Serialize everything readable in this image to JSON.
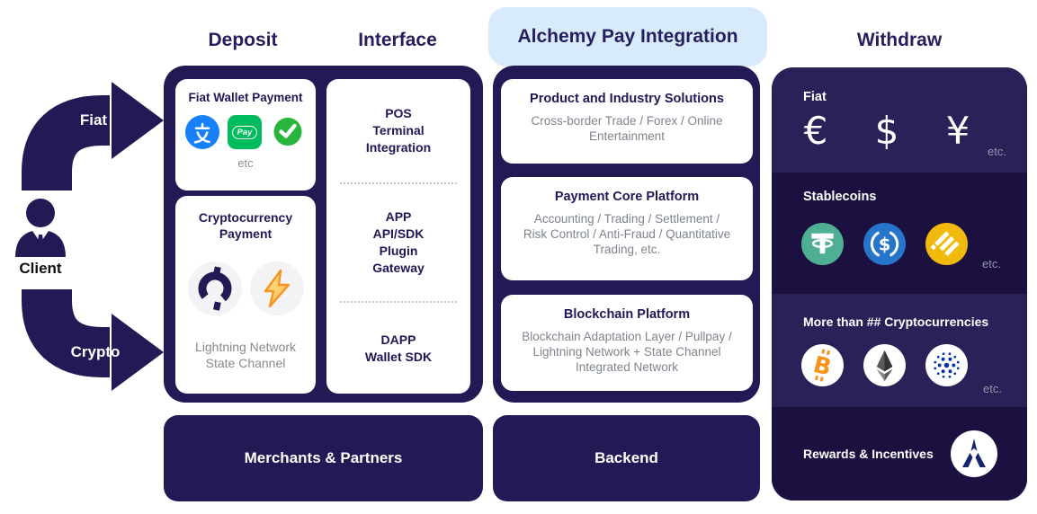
{
  "header": {
    "deposit": "Deposit",
    "interface": "Interface",
    "integration": "Alchemy Pay Integration",
    "withdraw": "Withdraw"
  },
  "client": {
    "label": "Client",
    "fiat_label": "Fiat",
    "crypto_label": "Crypto"
  },
  "deposit": {
    "fiat_card": {
      "title": "Fiat Wallet Payment",
      "icons": [
        "alipay",
        "union-pay",
        "wechat-pay"
      ],
      "pay_text": "Pay",
      "etc": "etc"
    },
    "crypto_card": {
      "title": "Cryptocurrency Payment",
      "icons": [
        "crypto-cent-coin",
        "lightning"
      ],
      "caption": "Lightning Network State Channel"
    }
  },
  "interface": {
    "items": [
      {
        "lines": [
          "POS",
          "Terminal",
          "Integration"
        ]
      },
      {
        "lines": [
          "APP",
          "API/SDK",
          "Plugin",
          "Gateway"
        ]
      },
      {
        "lines": [
          "DAPP",
          "Wallet SDK"
        ]
      }
    ]
  },
  "integration": {
    "cards": [
      {
        "title": "Product and Industry Solutions",
        "body": "Cross-border Trade / Forex / Online Entertainment"
      },
      {
        "title": "Payment Core Platform",
        "body": "Accounting / Trading / Settlement / Risk Control / Anti-Fraud / Quantitative Trading, etc."
      },
      {
        "title": "Blockchain Platform",
        "body": "Blockchain Adaptation Layer / Pullpay / Lightning Network + State Channel Integrated Network"
      }
    ]
  },
  "bottom": {
    "merchants": "Merchants & Partners",
    "backend": "Backend"
  },
  "withdraw": {
    "sections": [
      {
        "label": "Fiat",
        "symbols": [
          "€",
          "$",
          "¥"
        ],
        "etc": "etc."
      },
      {
        "label": "Stablecoins",
        "icons": [
          "tether",
          "usd-coin",
          "busd"
        ],
        "etc": "etc."
      },
      {
        "label": "More than ## Cryptocurrencies",
        "icons": [
          "bitcoin",
          "ethereum",
          "cardano"
        ],
        "etc": "etc."
      },
      {
        "label": "Rewards & Incentives",
        "icons": [
          "alchemy-pay-logo"
        ]
      }
    ]
  },
  "colors": {
    "navy": "#211a54",
    "header_text": "#261e5e",
    "pill_blue": "#d7ebfc",
    "withdraw_section_light": "#2a2159",
    "withdraw_section_dark": "#1b1040",
    "body_gray": "#7e848d",
    "alipay_blue": "#1681fb",
    "pay_green": "#00bc5f",
    "wechat_green": "#28b53c",
    "tether_teal": "#4faf95",
    "usdc_blue": "#2775ca",
    "busd_yellow": "#f0b90b",
    "bitcoin_orange": "#f7931a",
    "cardano_blue": "#0033ad",
    "lightning_orange": "#f7941d"
  }
}
